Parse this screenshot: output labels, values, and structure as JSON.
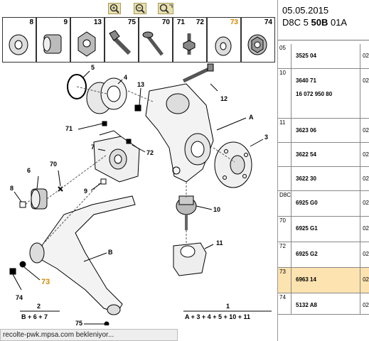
{
  "toolbar": {
    "buttons": [
      {
        "name": "zoom-in-icon"
      },
      {
        "name": "zoom-out-icon"
      },
      {
        "name": "zoom-fit-icon"
      }
    ]
  },
  "strip": [
    {
      "num": "8"
    },
    {
      "num": "9"
    },
    {
      "num": "13"
    },
    {
      "num": "75"
    },
    {
      "num": "70"
    },
    {
      "num": "71"
    },
    {
      "num": "72"
    },
    {
      "num": "73"
    },
    {
      "num": "74"
    }
  ],
  "header": {
    "date": "05.05.2015",
    "code_prefix": "D8C 5",
    "code_bold": "50B",
    "code_suffix": "01A"
  },
  "parts": [
    {
      "idx": "05",
      "refs": [
        "3525 04"
      ],
      "qty": "02"
    },
    {
      "idx": "10",
      "refs": [
        "3640 71",
        "16 072 950 80"
      ],
      "qty": "02"
    },
    {
      "idx": "11",
      "refs": [
        "3623 06"
      ],
      "qty": "02"
    },
    {
      "idx": "",
      "refs": [
        "3622 54"
      ],
      "qty": "02"
    },
    {
      "idx": "",
      "refs": [
        "3622 30"
      ],
      "qty": "02"
    },
    {
      "idx": "D8C",
      "refs": [
        "6925 G0"
      ],
      "qty": "02"
    },
    {
      "idx": "70",
      "refs": [
        "6925 G1"
      ],
      "qty": "02"
    },
    {
      "idx": "72",
      "refs": [
        "6925 G2"
      ],
      "qty": "02"
    },
    {
      "idx": "73",
      "refs": [
        "6963 14"
      ],
      "qty": "02"
    },
    {
      "idx": "74",
      "refs": [
        "5132 A8"
      ],
      "qty": "02"
    }
  ],
  "diagram": {
    "labels": {
      "l5": "5",
      "l4": "4",
      "l13": "13",
      "l12": "12",
      "lA": "A",
      "l71": "71",
      "l3": "3",
      "l7": "7",
      "l72": "72",
      "l6": "6",
      "l70": "70",
      "l8": "8",
      "l9": "9",
      "l10": "10",
      "l11": "11",
      "lB": "B",
      "l73": "73",
      "l74": "74",
      "l2": "2",
      "l1": "1",
      "l75": "75"
    },
    "formula_left": "B + 6 + 7",
    "formula_right": "A + 3 + 4 + 5 + 10 + 11"
  },
  "status": "recolte-pwk.mpsa.com bekleniyor..."
}
